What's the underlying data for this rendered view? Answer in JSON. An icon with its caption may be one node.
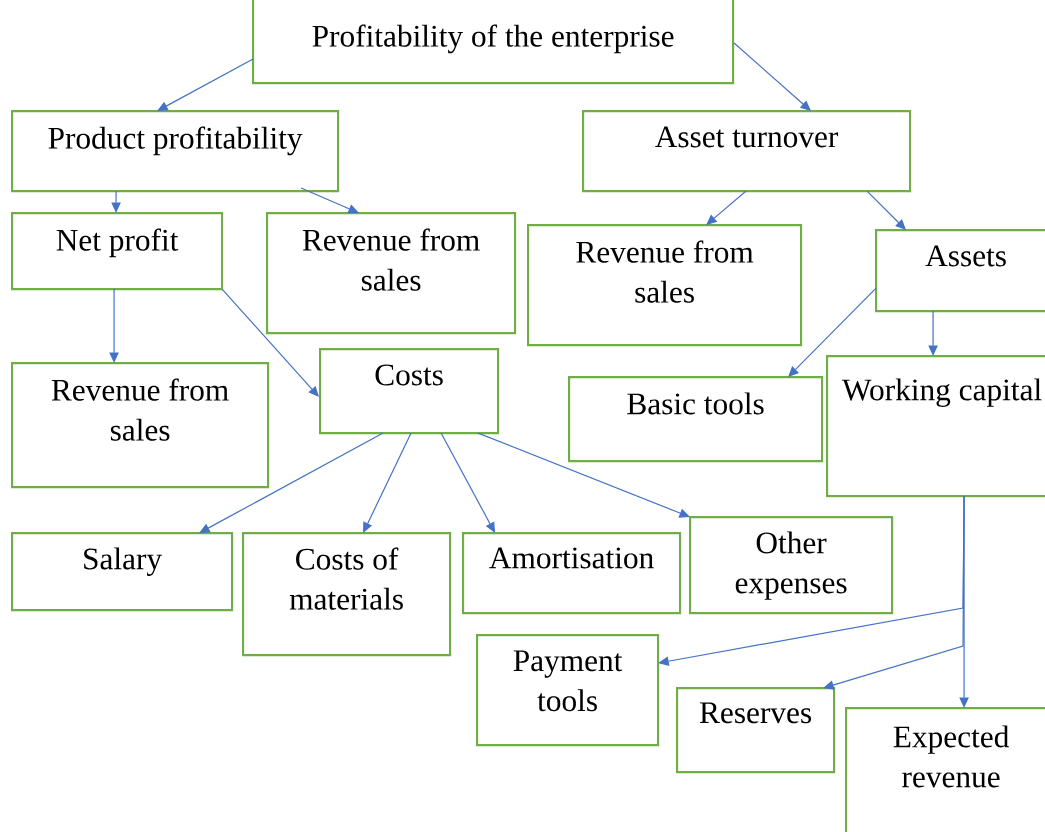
{
  "diagram": {
    "nodes": [
      {
        "text": [
          "Profitability of the enterprise"
        ]
      },
      {
        "text": [
          "Product profitability"
        ]
      },
      {
        "text": [
          "Asset turnover"
        ]
      },
      {
        "text": [
          "Net profit"
        ]
      },
      {
        "text": [
          "Revenue from sales"
        ]
      },
      {
        "text": [
          "Revenue from sales"
        ]
      },
      {
        "text": [
          "Assets"
        ]
      },
      {
        "text": [
          "Revenue from sales"
        ]
      },
      {
        "text": [
          "Costs"
        ]
      },
      {
        "text": [
          "Basic tools"
        ]
      },
      {
        "text": [
          "Working capital"
        ]
      },
      {
        "text": [
          "Salary"
        ]
      },
      {
        "text": [
          "Costs of materials"
        ]
      },
      {
        "text": [
          "Amortisation"
        ]
      },
      {
        "text": [
          "Other expenses"
        ]
      },
      {
        "text": [
          "Payment tools"
        ]
      },
      {
        "text": [
          "Reserves"
        ]
      },
      {
        "text": [
          "Expected revenue"
        ]
      }
    ],
    "edges": [
      {
        "from": 0,
        "to": 1,
        "arrow": "to"
      },
      {
        "from": 0,
        "to": 2,
        "arrow": "to"
      },
      {
        "from": 1,
        "to": 3,
        "arrow": "to"
      },
      {
        "from": 1,
        "to": 4,
        "arrow": "to"
      },
      {
        "from": 2,
        "to": 5,
        "arrow": "to"
      },
      {
        "from": 2,
        "to": 6,
        "arrow": "to"
      },
      {
        "from": 3,
        "to": 7,
        "arrow": "to"
      },
      {
        "from": 3,
        "to": 8,
        "arrow": "to"
      },
      {
        "from": 6,
        "to": 9,
        "arrow": "to"
      },
      {
        "from": 6,
        "to": 10,
        "arrow": "to"
      },
      {
        "from": 8,
        "to": 11,
        "arrow": "to"
      },
      {
        "from": 8,
        "to": 12,
        "arrow": "to"
      },
      {
        "from": 8,
        "to": 13,
        "arrow": "to"
      },
      {
        "from": 8,
        "to": 14,
        "arrow": "to"
      },
      {
        "from": 10,
        "to": 15,
        "arrow": "to"
      },
      {
        "from": 10,
        "to": 16,
        "arrow": "to"
      },
      {
        "from": 10,
        "to": 17,
        "arrow": "to"
      }
    ]
  }
}
